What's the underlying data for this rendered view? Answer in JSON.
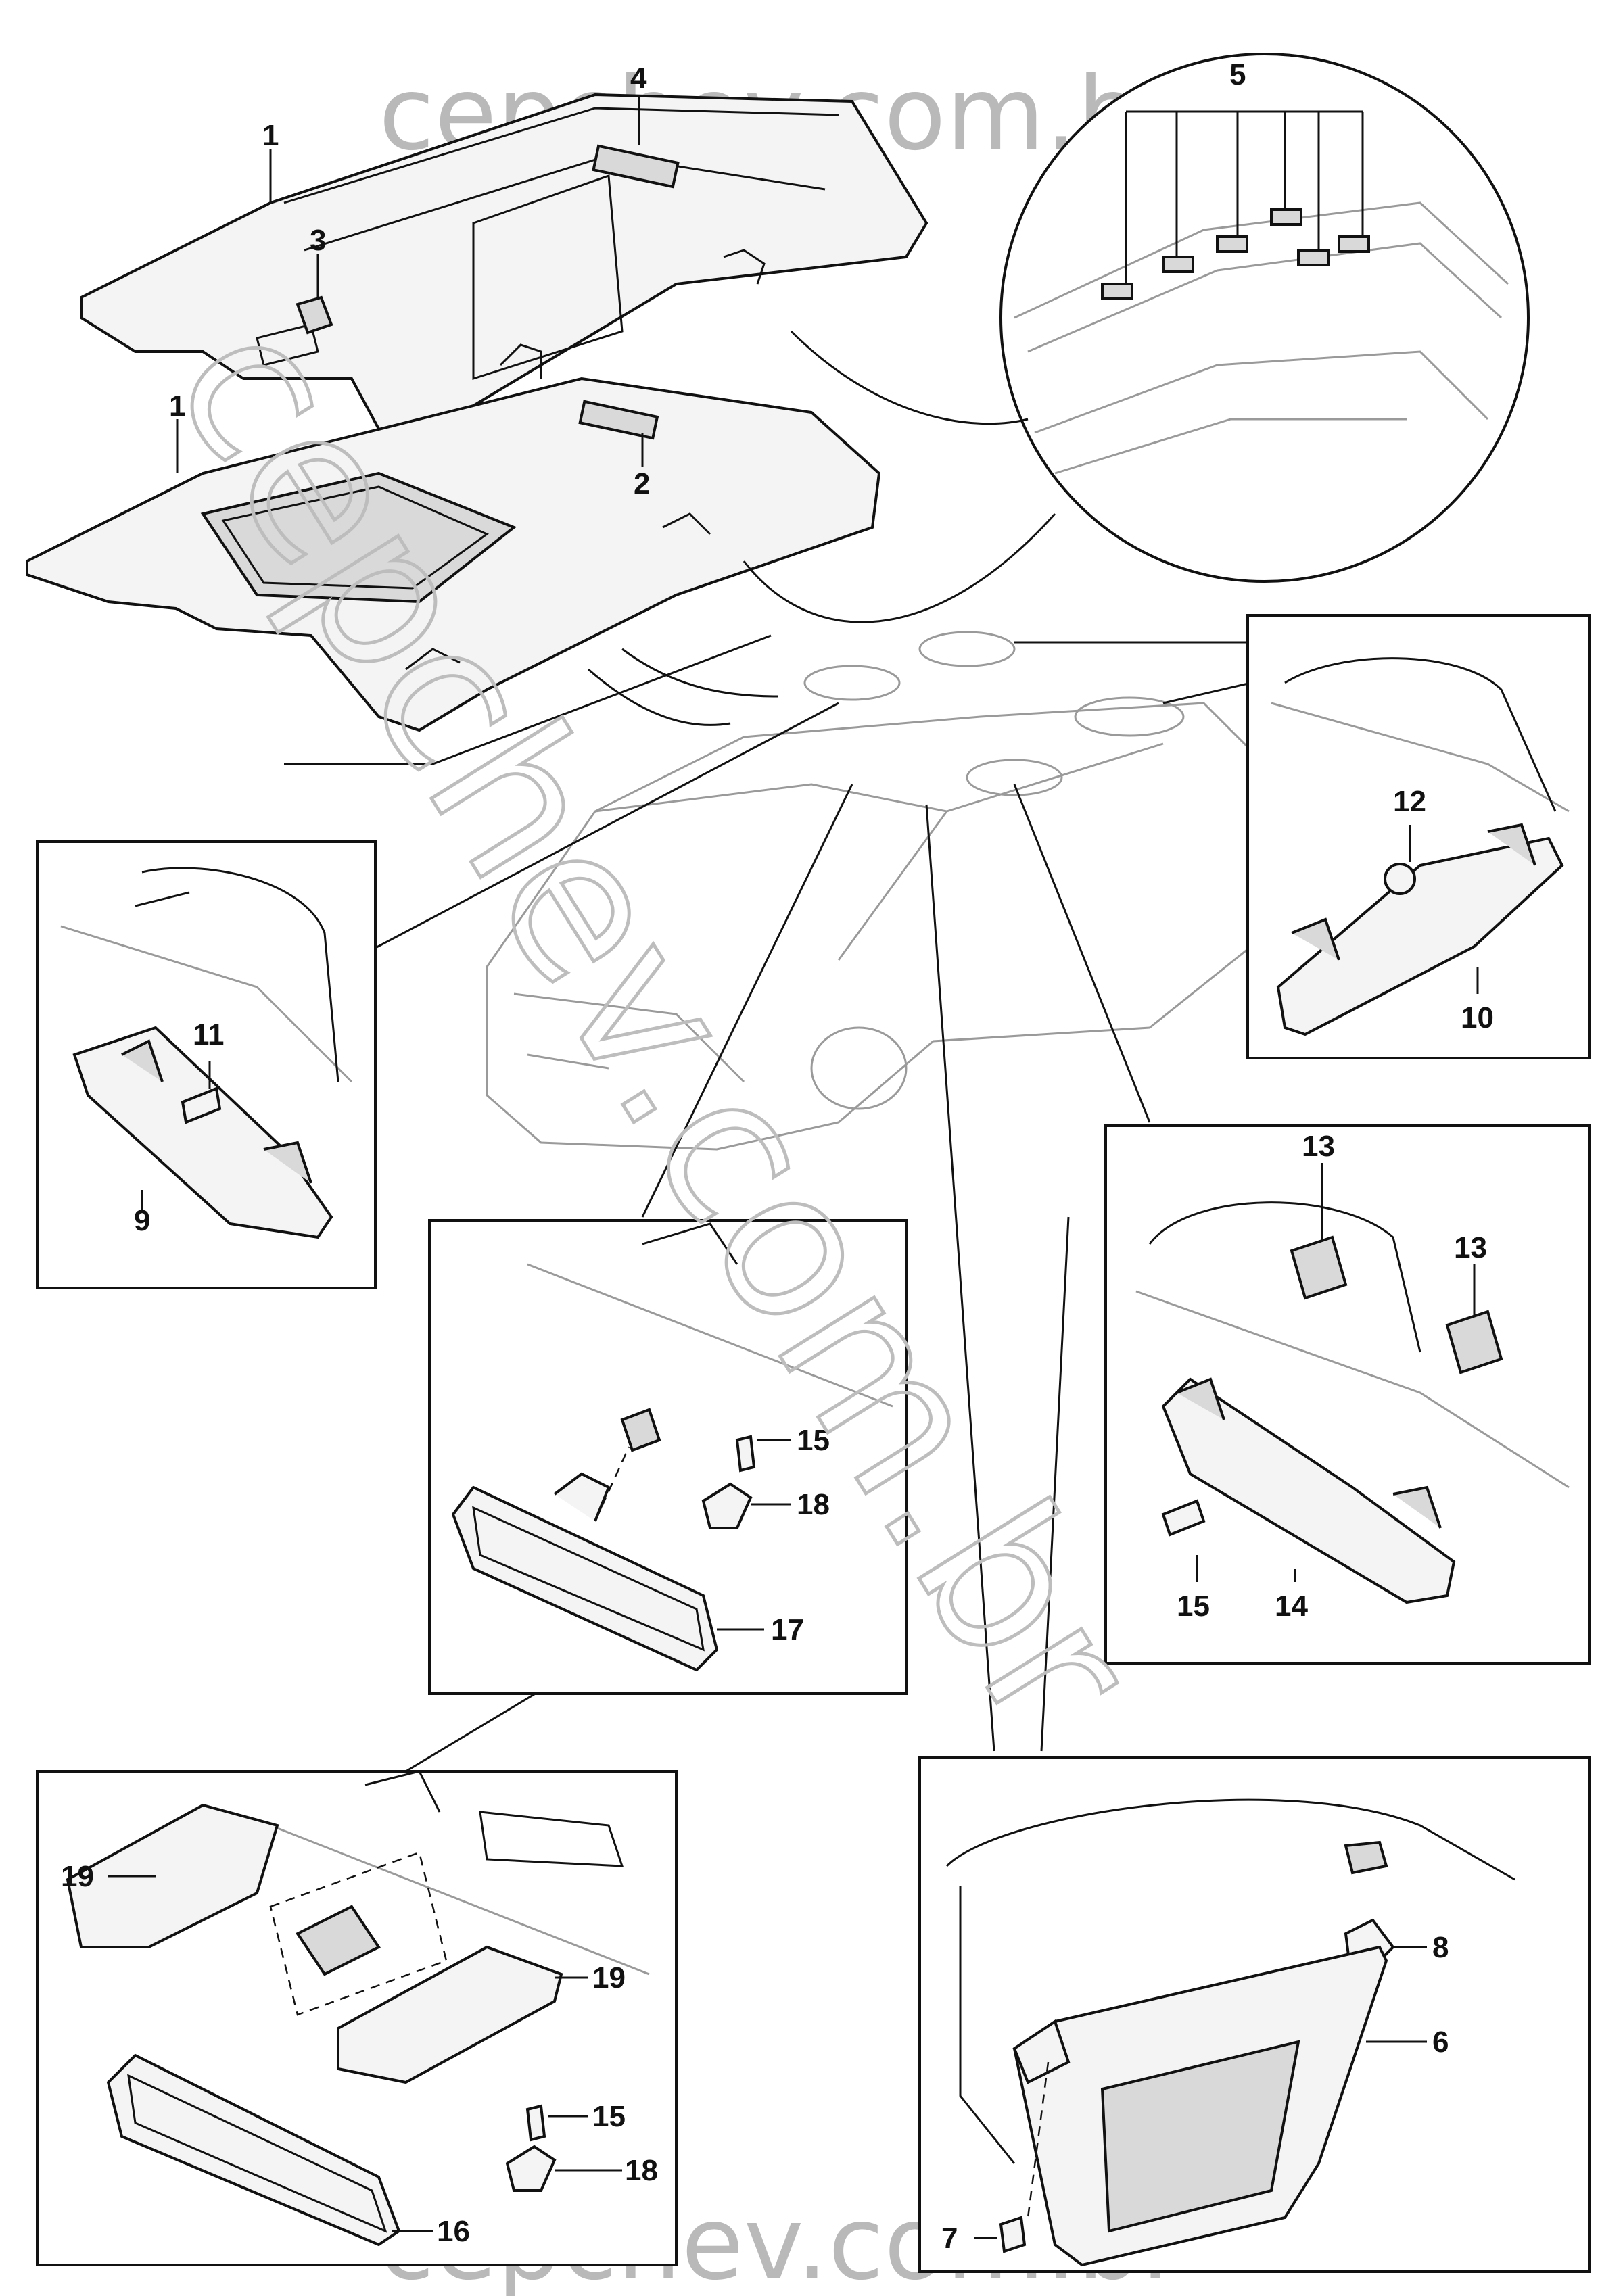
{
  "watermark": {
    "top": "cepchev.com.br",
    "bottom": "cepchev.com.br",
    "diagonal": "cepchev.com.br"
  },
  "callouts": {
    "c1a": "1",
    "c1b": "1",
    "c2": "2",
    "c3": "3",
    "c4": "4",
    "c5": "5",
    "c6": "6",
    "c7": "7",
    "c8": "8",
    "c9": "9",
    "c10": "10",
    "c11": "11",
    "c12": "12",
    "c13a": "13",
    "c13b": "13",
    "c14": "14",
    "c15a": "15",
    "c15b": "15",
    "c15c": "15",
    "c16": "16",
    "c17": "17",
    "c18a": "18",
    "c18b": "18",
    "c19a": "19",
    "c19b": "19"
  }
}
